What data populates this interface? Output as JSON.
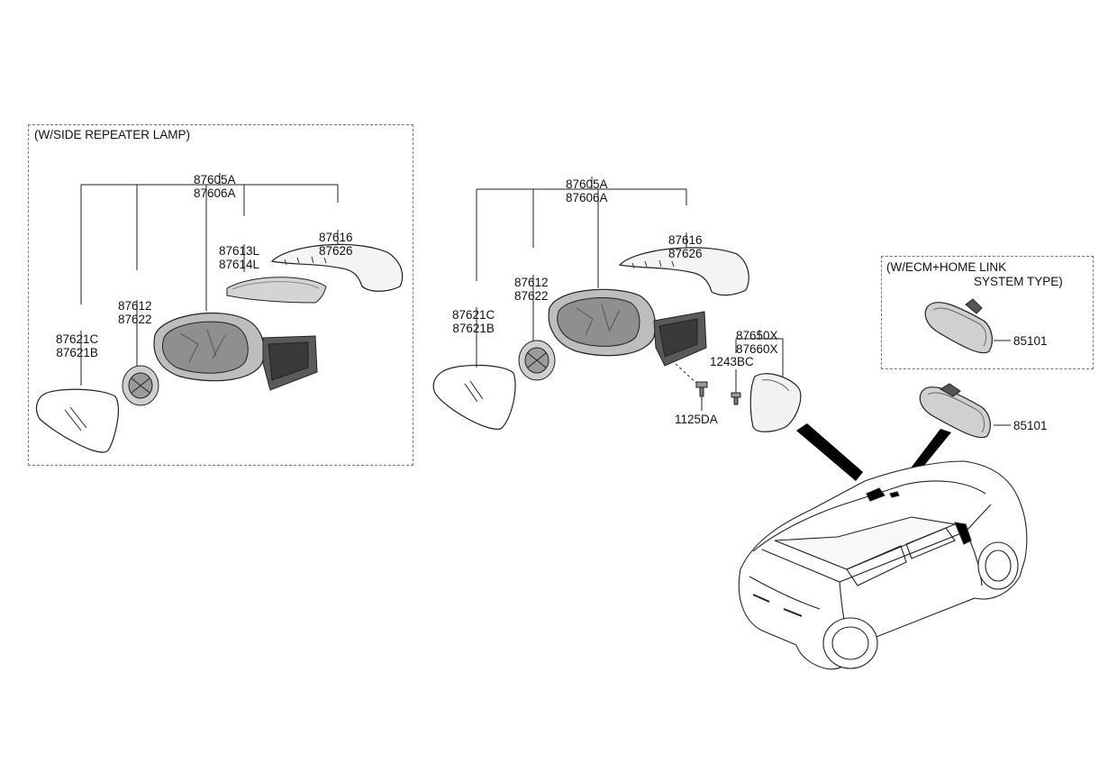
{
  "diagram": {
    "left_group": {
      "title": "(W/SIDE REPEATER LAMP)",
      "assembly": [
        "87605A",
        "87606A"
      ],
      "lamp": [
        "87613L",
        "87614L"
      ],
      "cover": [
        "87616",
        "87626"
      ],
      "actuator": [
        "87612",
        "87622"
      ],
      "glass": [
        "87621C",
        "87621B"
      ]
    },
    "center_group": {
      "assembly": [
        "87605A",
        "87606A"
      ],
      "cover": [
        "87616",
        "87626"
      ],
      "actuator": [
        "87612",
        "87622"
      ],
      "glass": [
        "87621C",
        "87621B"
      ],
      "bracket": [
        "87650X",
        "87660X"
      ],
      "screw": "1243BC",
      "bolt": "1125DA"
    },
    "right_group": {
      "title": [
        "(W/ECM+HOME LINK",
        "SYSTEM TYPE)"
      ],
      "rear_mirror_ecm": "85101",
      "rear_mirror_std": "85101"
    }
  }
}
